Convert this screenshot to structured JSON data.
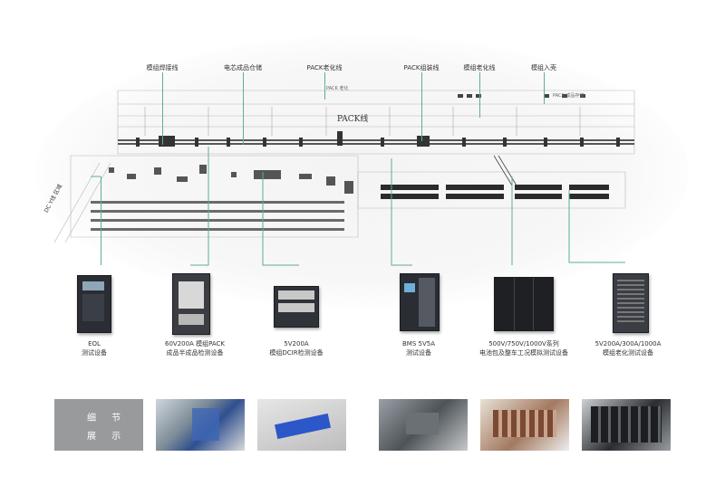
{
  "callouts": [
    {
      "label": "模组焊接线"
    },
    {
      "label": "电芯成品仓储"
    },
    {
      "label": "PACK老化线"
    },
    {
      "label": "PACK组装线"
    },
    {
      "label": "模组老化线"
    },
    {
      "label": "模组入壳"
    }
  ],
  "plan_labels": {
    "pack_line": "PACK线",
    "pack_aging": "PACK 老化",
    "pack_storage": "PACK 成品存储",
    "dc_area": "DC Y线 区域"
  },
  "equipment": [
    {
      "line1": "EOL",
      "line2": "测试设备"
    },
    {
      "line1": "60V200A  模组PACK",
      "line2": "成品半成品检测设备"
    },
    {
      "line1": "5V200A",
      "line2": "模组DCIR检测设备"
    },
    {
      "line1": "BMS 5V5A",
      "line2": "测试设备"
    },
    {
      "line1": "500V/750V/1000V系列",
      "line2": "电池包及整车工况模拟测试设备"
    },
    {
      "line1": "5V200A/300A/1000A",
      "line2": "模组老化测试设备"
    }
  ],
  "details": {
    "line1": "细 节",
    "line2": "展 示"
  },
  "colors": {
    "leader": "#5fae8d",
    "detail_box": "#999a9c",
    "cabinet": "#2a2d33"
  }
}
